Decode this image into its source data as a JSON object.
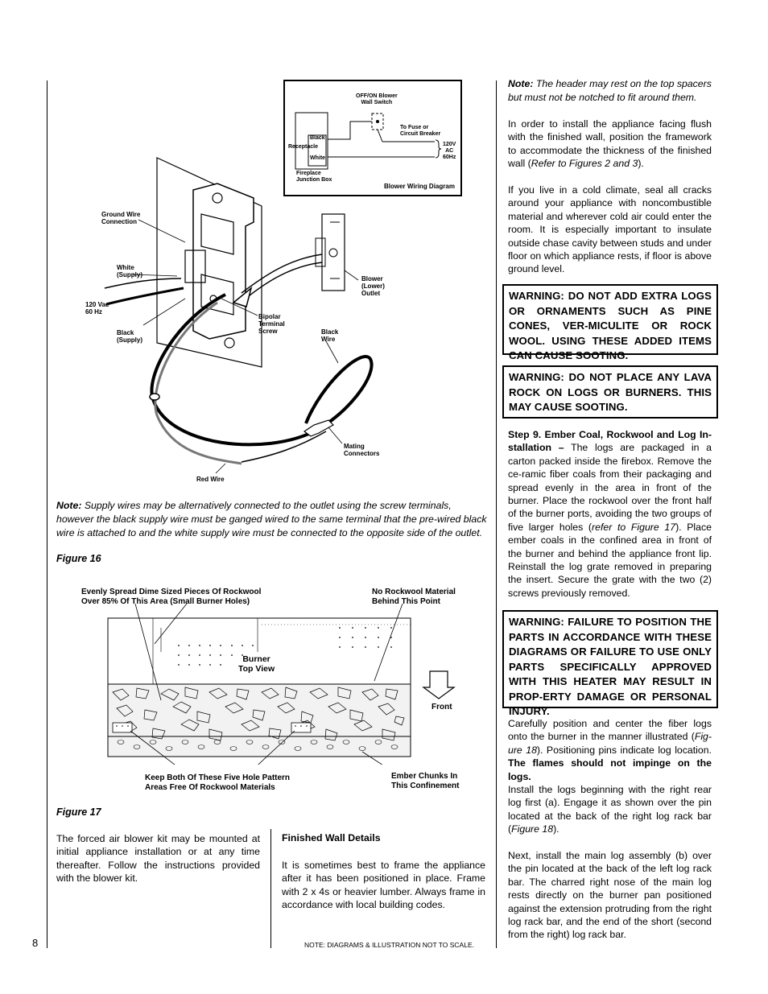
{
  "page_number": "8",
  "scale_note": "NOTE: DIAGRAMS & ILLUSTRATION NOT TO SCALE.",
  "figure16": {
    "caption": "Figure 16",
    "wiring_title": "Blower Wiring Diagram",
    "labels": {
      "switch": "OFF/ON Blower\nWall Switch",
      "fuse": "To Fuse or\nCircuit Breaker",
      "black": "Black",
      "receptacle": "Receptacle",
      "white": "White",
      "junction": "Fireplace\nJunction Box",
      "power": "120V\nAC\n60Hz",
      "ground": "Ground Wire\nConnection",
      "white_supply": "White\n(Supply)",
      "vac": "120 Vac\n60 Hz",
      "black_supply": "Black\n(Supply)",
      "bipolar": "Bipolar\nTerminal\nScrew",
      "black_wire": "Black\nWire",
      "blower_outlet": "Blower\n(Lower)\nOutlet",
      "mating": "Mating\nConnectors",
      "red": "Red Wire"
    },
    "note_label": "Note:",
    "note_text": "Supply wires may be alternatively connected to the outlet using the screw terminals, however the black supply wire must be ganged wired to the same terminal that the pre-wired black wire is attached to and the white supply wire must be connected to the opposite side of the outlet."
  },
  "figure17": {
    "caption": "Figure 17",
    "labels": {
      "spread": "Evenly Spread Dime Sized Pieces Of Rockwool\nOver 85% Of This Area (Small Burner Holes)",
      "no_rockwool": "No Rockwool Material\nBehind This Point",
      "burner": "Burner\nTop View",
      "front": "Front",
      "keep": "Keep Both Of These Five Hole Pattern\nAreas Free Of Rockwool Materials",
      "ember": "Ember Chunks In\nThis Confinement"
    }
  },
  "left_col": {
    "blower_text": "The forced air blower kit may be mounted at initial appliance installation or at any time thereafter. Follow the instructions provided with the blower kit."
  },
  "mid_col": {
    "heading": "Finished Wall Details",
    "text": "It is sometimes best to frame the appliance after it has been positioned in place. Frame with 2 x 4s or heavier lumber. Always frame in accordance with local building codes."
  },
  "right_col": {
    "note_label": "Note:",
    "note_text": "The header may rest on the top spacers but must not be notched to fit around them.",
    "p1_a": "In order to install the appliance facing flush with the finished wall, position the framework to accommodate the thickness of the finished wall (",
    "p1_ref": "Refer to Figures 2 and 3",
    "p1_b": ").",
    "p2": "If you live in a cold climate, seal all cracks around your appliance with noncombustible material and wherever cold air could enter the room. It is especially important to insulate outside chase cavity between studs and under floor on which appliance rests, if floor is above ground level.",
    "warning1": "WARNING: DO NOT ADD EXTRA LOGS OR ORNAMENTS SUCH AS PINE CONES, VER-MICULITE OR ROCK WOOL. USING THESE ADDED ITEMS CAN CAUSE SOOTING.",
    "warning2": "WARNING: DO NOT PLACE ANY LAVA ROCK ON LOGS OR BURNERS. THIS MAY CAUSE SOOTING.",
    "step9_heading": "Step 9. Ember Coal, Rockwool and Log In-stallation –",
    "step9_a": "The logs are packaged in a carton packed inside the firebox. Remove the ce-ramic fiber coals from their packaging and spread evenly in the area in front of the burner. Place the rockwool over the front half of the burner ports, avoiding the two groups of five larger holes (",
    "step9_ref": "refer to Figure 17",
    "step9_b": "). Place ember coals in the confined area in front of the burner and behind the appliance front lip. Reinstall the log grate removed in preparing the insert. Secure the grate with the two (2) screws previously removed.",
    "warning3": "WARNING: FAILURE TO POSITION THE PARTS IN ACCORDANCE WITH THESE DIAGRAMS OR FAILURE TO USE ONLY PARTS SPECIFICALLY APPROVED WITH THIS HEATER MAY RESULT IN PROP-ERTY DAMAGE OR PERSONAL INJURY.",
    "p3_a": "Carefully position and center the fiber logs onto the burner in the manner illustrated (",
    "p3_ref": "Fig-ure 18",
    "p3_b": "). Positioning pins indicate log location.",
    "p3_bold": "The flames should not impinge on the logs.",
    "p4_a": "Install the logs beginning with the right rear log first (a). Engage it as shown over the pin located at the back of the right log rack bar (",
    "p4_ref": "Figure 18",
    "p4_b": ").",
    "p5": "Next, install the main log assembly (b) over the pin located at the back of the left log rack bar. The charred right nose of the main log rests directly on the burner pan positioned against the extension protruding from the right log rack bar, and the end of the short (second from the right) log rack bar."
  }
}
